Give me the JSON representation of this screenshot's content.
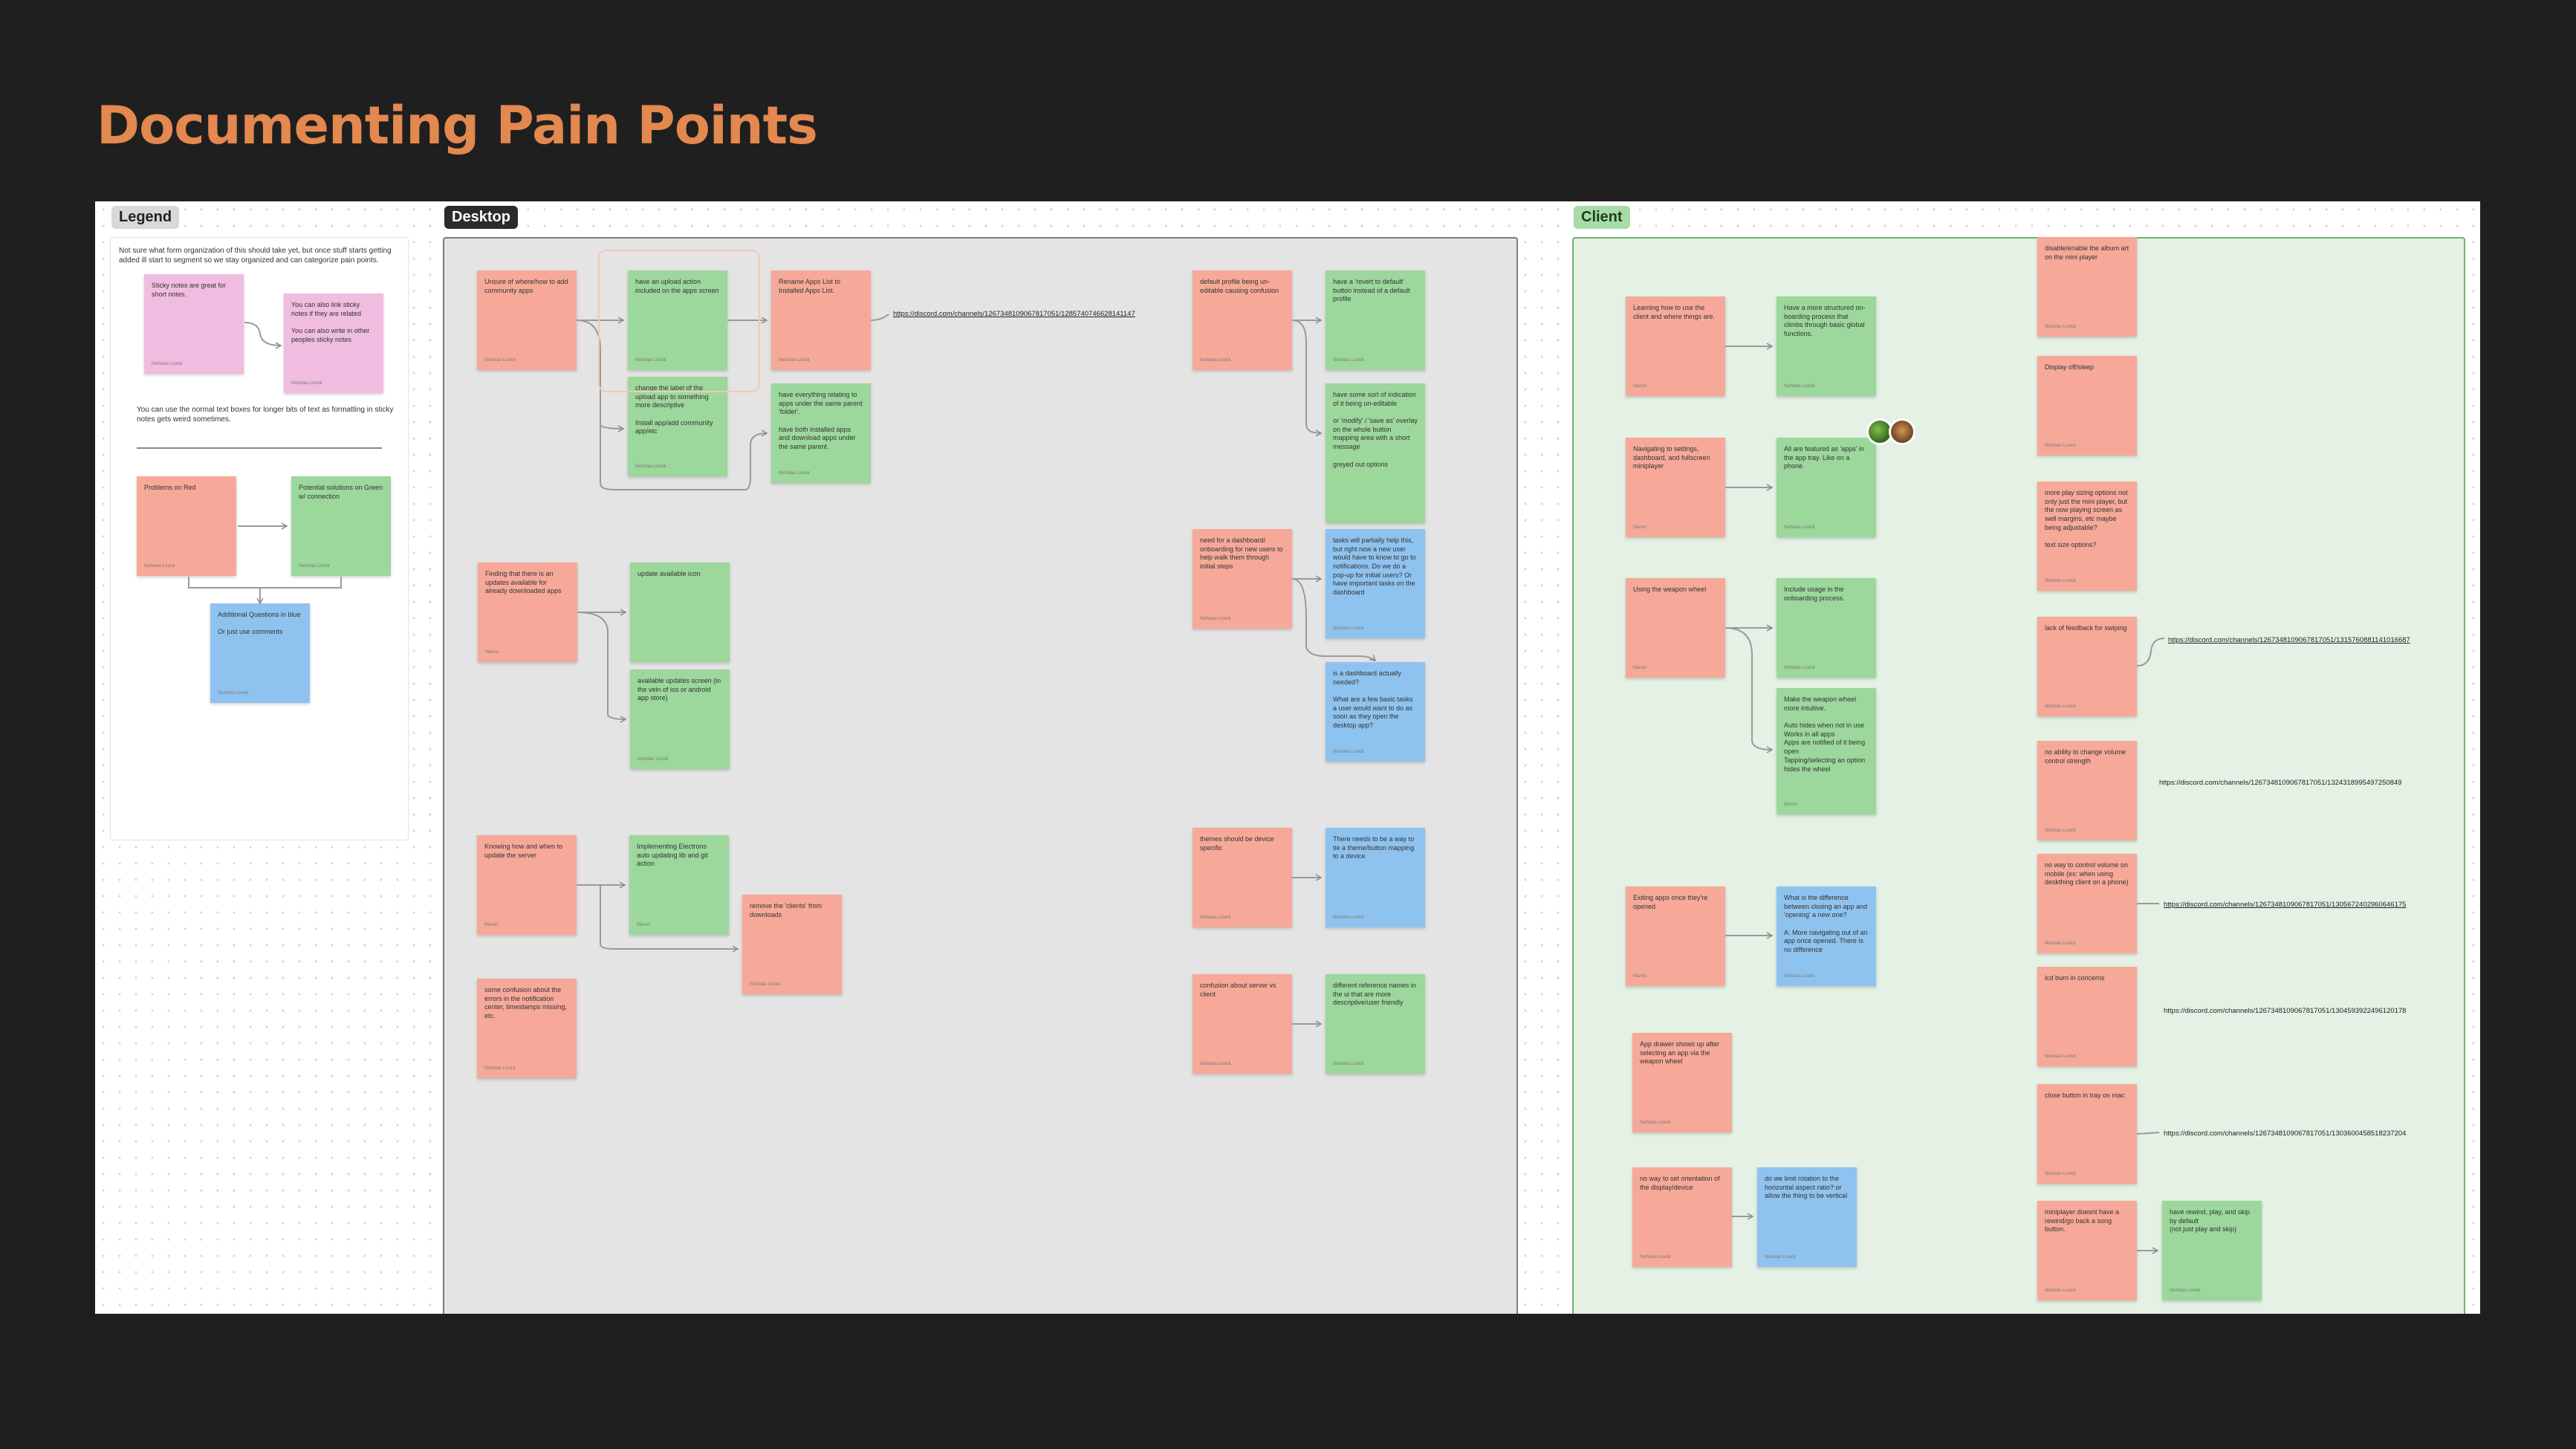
{
  "page": {
    "title": "Documenting Pain Points"
  },
  "sections": {
    "legend": "Legend",
    "desktop": "Desktop",
    "client": "Client"
  },
  "legend": {
    "intro": "Not sure what form organization of this should take yet, but once stuff starts getting added ill start to segment so we stay organized and can categorize pain points.",
    "text_note": "You can use the normal text boxes for longer bits of text as formatting in sticky notes gets weird sometimes.",
    "notes": [
      {
        "text": "Sticky notes are great for short notes.",
        "author": "Nicholas Lovick"
      },
      {
        "text": "You can also link sticky notes if they are related\n\nYou can also write in other peoples sticky notes",
        "author": "Nicholas Lovick"
      },
      {
        "text": "Problems on Red",
        "author": "Nicholas Lovick"
      },
      {
        "text": "Potential solutions on Green w/ connection",
        "author": "Nicholas Lovick"
      },
      {
        "text": "Additional Questions in blue\n\nOr just use comments",
        "author": "Nicholas Lovick"
      }
    ]
  },
  "desktop": {
    "notes": [
      {
        "text": "Unsure of where/how to add community apps",
        "author": "Nicholas Lovick"
      },
      {
        "text": "have an upload action included on the apps screen",
        "author": "Nicholas Lovick"
      },
      {
        "text": "change the label of the upload app to something more descriptive\n\nInstall app/add community app/etc",
        "author": "Nicholas Lovick"
      },
      {
        "text": "Rename Apps List to Installed Apps List.",
        "author": "Nicholas Lovick"
      },
      {
        "text": "have everything relating to apps under the same parent 'folder'.\n\nhave both installed apps and download apps under the same parent.",
        "author": "Nicholas Lovick"
      },
      {
        "text": "Finding that there is an updates available for already downloaded apps",
        "author": "Marvin"
      },
      {
        "text": "update available icon",
        "author": ""
      },
      {
        "text": "available updates screen (in the vein of ios or android app store)",
        "author": "Nicholas Lovick"
      },
      {
        "text": "Knowing how and when to update the server",
        "author": "Marvin"
      },
      {
        "text": "Implementing Electrons auto updating lib and git action",
        "author": "Marvin"
      },
      {
        "text": "remove the 'clients' from downloads",
        "author": "Nicholas Lovick"
      },
      {
        "text": "some confusion about the errors in the notification center, timestamps missing, etc.",
        "author": "Nicholas Lovick"
      },
      {
        "text": "default profile being un-editable causing confusion",
        "author": "Nicholas Lovick"
      },
      {
        "text": "have a 'revert to default' button instead of a default profile",
        "author": "Nicholas Lovick"
      },
      {
        "text": "have some sort of indication of it being un-editable\n\nor 'modify' / 'save as' overlay on the whole button mapping area with a short message\n\ngreyed out options",
        "author": ""
      },
      {
        "text": "need for a dashboard/ onboarding for new users to help walk them through initial steps",
        "author": "Nicholas Lovick"
      },
      {
        "text": "tasks will partially help this, but right now a new user would have to know to go to notifications. Do we do a pop-up for initial users? Or have important tasks on the dashboard",
        "author": "Nicholas Lovick"
      },
      {
        "text": "is a dashboard actually needed?\n\nWhat are a few basic tasks a user would want to do as soon as they open the desktop app?",
        "author": "Nicholas Lovick"
      },
      {
        "text": "themes should be device specific",
        "author": "Nicholas Lovick"
      },
      {
        "text": "There needs to be a way to tie a theme/button mapping to a device",
        "author": "Nicholas Lovick"
      },
      {
        "text": "confusion about server vs client",
        "author": "Nicholas Lovick"
      },
      {
        "text": "different reference names in the ui that are more descriptive/user friendly",
        "author": "Nicholas Lovick"
      }
    ],
    "link": "https://discord.com/channels/1267348109067817051/1285740746628141147"
  },
  "client": {
    "notes": [
      {
        "text": "Learning how to use the client and where things are.",
        "author": "Marvin"
      },
      {
        "text": "Have a more structured on-boarding process that climbs through basic global functions.",
        "author": "Nicholas Lovick"
      },
      {
        "text": "Navigating to settings, dashboard, and fullscreen miniplayer",
        "author": "Marvin"
      },
      {
        "text": "All are featured as 'apps' in the app tray. Like on a phone.",
        "author": "Nicholas Lovick"
      },
      {
        "text": "Using the weapon wheel",
        "author": "Marvin"
      },
      {
        "text": "Include usage in the onboarding process.",
        "author": "Nicholas Lovick"
      },
      {
        "text": "Make the weapon wheel more intuitive.\n\nAuto hides when not in use\nWorks in all apps\nApps are notified of it being open\nTapping/selecting an option hides the wheel",
        "author": "Marvin"
      },
      {
        "text": "Exiting apps once they're opened",
        "author": "Marvin"
      },
      {
        "text": "What is the difference between closing an app and 'opening' a new one?\n\nA: More navigating out of an app once opened. There is no difference",
        "author": "Nicholas Lovick"
      },
      {
        "text": "App drawer shows up after selecting an app via the weapon wheel",
        "author": "Nicholas Lovick"
      },
      {
        "text": "no way to set orientation of the display/device",
        "author": "Nicholas Lovick"
      },
      {
        "text": "do we limit rotation to the horizontal aspect ratio? or allow the thing to be vertical",
        "author": "Nicholas Lovick"
      },
      {
        "text": "disable/enable the album art on the mini player",
        "author": "Nicholas Lovick"
      },
      {
        "text": "Display off/sleep",
        "author": "Nicholas Lovick"
      },
      {
        "text": "more play sizing options not only just the mini player, but the now playing screen as well margins, etc maybe being adjustable?\n\ntext size options?",
        "author": "Nicholas Lovick"
      },
      {
        "text": "lack of feedback for swiping",
        "author": "Nicholas Lovick"
      },
      {
        "text": "no ability to change volume control strength",
        "author": "Nicholas Lovick"
      },
      {
        "text": "no way to control volume on mobile (ex: when using deskthing client on a phone)",
        "author": "Nicholas Lovick"
      },
      {
        "text": "lcd burn in concerns",
        "author": "Nicholas Lovick"
      },
      {
        "text": "close button in tray on mac",
        "author": "Nicholas Lovick"
      },
      {
        "text": "miniplayer doesnt have a rewind/go back a song button.",
        "author": "Nicholas Lovick"
      },
      {
        "text": "have rewind, play, and skip by default\n(not just play and skip)",
        "author": "Nicholas Lovick"
      }
    ],
    "links": [
      "https://discord.com/channels/1267348109067817051/1315760881141016687",
      "https://discord.com/channels/1267348109067817051/1324318995497250849",
      "https://discord.com/channels/1267348109067817051/1305672402960646175",
      "https://discord.com/channels/1267348109067817051/1304593922496120178",
      "https://discord.com/channels/1267348109067817051/1303600458518237204"
    ]
  },
  "colors": {
    "title": "#e3884f",
    "problem": "#f6a999",
    "solution": "#9cd79c",
    "question": "#8fc3ef",
    "legend_sticky": "#f0bce0",
    "client_section": "#e4f1e4"
  },
  "icons": [
    "user-avatar-green",
    "user-avatar-brown"
  ]
}
